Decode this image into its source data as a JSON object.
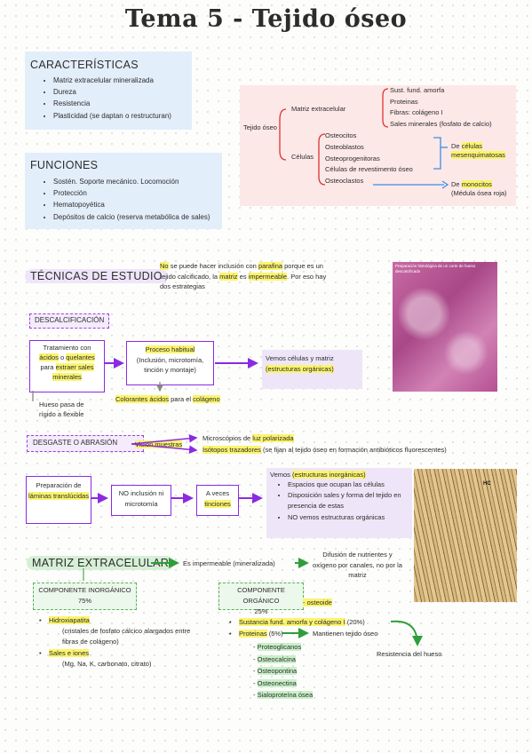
{
  "title": "Tema 5 - Tejido óseo",
  "caracteristicas": {
    "heading": "CARACTERÍSTICAS",
    "items": [
      "Matriz extracelular mineralizada",
      "Dureza",
      "Resistencia",
      "Plasticidad (se daptan o restructuran)"
    ]
  },
  "funciones": {
    "heading": "FUNCIONES",
    "items": [
      "Sostén. Soporte mecánico. Locomoción",
      "Protección",
      "Hematopoyética",
      "Depósitos de calcio (reserva metabólica de sales)"
    ]
  },
  "esquema": {
    "root": "Tejido óseo",
    "matriz": "Matriz extracelular",
    "matriz_items": [
      "Sust. fund. amorfa",
      "Proteinas",
      "Fibras: colágeno I",
      "Sales minerales (fosfato de calcio)"
    ],
    "celulas": "Células",
    "celulas_items": [
      "Osteocitos",
      "Osteoblastos",
      "Osteoprogenitoras",
      "Células de revestimento óseo",
      "Osteoclastos"
    ],
    "origen_pre": "De",
    "origen_hl": "células mesenquimatosas",
    "monocitos_pre": "De",
    "monocitos_hl": "monocitos",
    "monocitos_sub": "(Médula ósea roja)"
  },
  "tecnicas": {
    "heading": "TÉCNICAS DE ESTUDIO",
    "intro": {
      "no": "No",
      "t1": "se puede hacer inclusión con",
      "parafina": "parafina",
      "t2": "porque es un tejido calcificado, la",
      "matriz": "matriz",
      "t3": "es",
      "impermeable": "impermeable",
      "t4": ". Por eso hay dos estrategias"
    }
  },
  "descalcificacion": {
    "label": "DESCALCIFICACIÓN",
    "box1_pre": "Tratamiento con",
    "box1_acidos": "ácidos",
    "box1_o": "o",
    "box1_quelantes": "quelantes",
    "box1_para": "para",
    "box1_extraer": "extraer sales minerales",
    "box2_title": "Proceso habitual",
    "box2_l1": "(Inclusión, microtomía,",
    "box2_l2": "tinción y montaje)",
    "result_pre": "Vemos células y matriz",
    "result_hl": "(estructuras orgánicas)",
    "note": "Hueso pasa de rígido a flexible",
    "colorantes_hl": "Colorantes ácidos",
    "colorantes_mid": "para el",
    "colorantes_end": "colágeno"
  },
  "desgaste": {
    "label": "DESGASTE O ABRASIÓN",
    "vision": "Visión muestras",
    "micro_pre": "Microscópios de",
    "micro_hl": "luz polarizada",
    "isotopos_hl": "Isótopos trazadores",
    "isotopos_rest": "(se fijan al tejido óseo en formación antibióticos fluorescentes)",
    "box1_pre": "Preparación de",
    "box1_hl": "láminas translúcidas",
    "box2": "NO inclusión ni microtomía",
    "box3_pre": "A veces",
    "box3_hl": "tinciones",
    "vemos_pre": "Vemos",
    "vemos_hl": "(estructuras inorgánicas)",
    "vemos_items": [
      "Espacios que ocupan las células",
      "Disposición sales y forma del tejido en presencia de estas",
      "NO vemos estructuras orgánicas"
    ]
  },
  "matriz": {
    "heading": "MATRIZ EXTRACELULAR",
    "impermeable": "Es impermeable (mineralizada)",
    "difusion": "Difusión de nutrientes y oxígeno por canales, no por la matriz",
    "inorg_title": "COMPONENTE INORGÁNICO",
    "inorg_pct": "75%",
    "inorg_item1": "Hidroxiapatita",
    "inorg_item1_desc": "(cristales de fosfato cálcico alargados entre fibras de colágeno)",
    "inorg_item2": "Sales e iones",
    "inorg_item2_desc": "(Mg, Na, K, carbonato, citrato)",
    "org_title": "COMPONENTE ORGÁNICO",
    "org_pct": "25%",
    "osteoide": "- osteoide",
    "org_item1": "Sustancia fund. amorfa y colágeno I",
    "org_item1_pct": "(20%)",
    "org_item2": "Proteinas",
    "org_item2_pct": "(5%)",
    "mantienen": "Mantienen tejido óseo",
    "resistencia": "Resistencia del hueso",
    "proteinas": [
      "Proteoglicanos",
      "Osteocalcina",
      "Osteopontina",
      "Osteonectina",
      "Sialoproteína ósea"
    ]
  },
  "images": {
    "photo1_caption": "Preparación histológica de un corte de hueso descalcificado",
    "photo2_label": "HC"
  },
  "colors": {
    "accent_purple": "#8a2be2",
    "accent_green": "#2f9e3a",
    "accent_blue": "#3a8ee0",
    "highlight_yellow": "#fbf46e"
  }
}
